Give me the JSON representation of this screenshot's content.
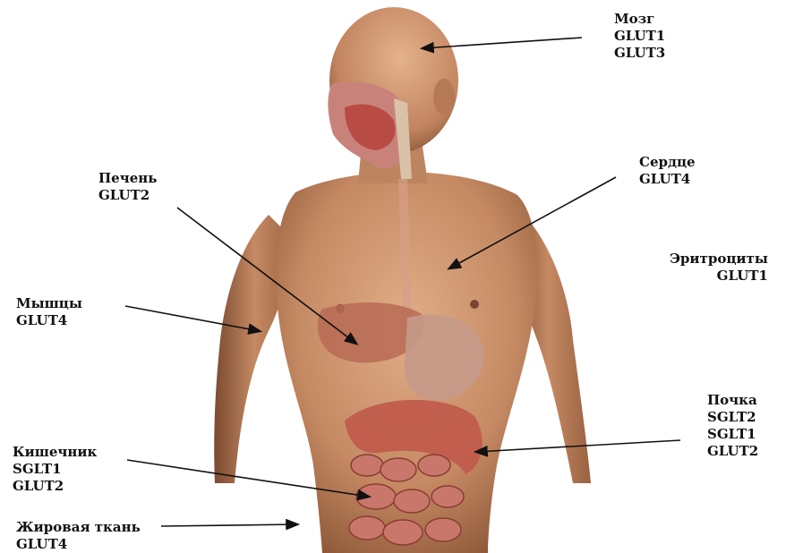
{
  "labels": {
    "brain": {
      "name": "Мозг",
      "items": [
        "GLUT1",
        "GLUT3"
      ]
    },
    "liver": {
      "name": "Печень",
      "items": [
        "GLUT2"
      ]
    },
    "heart": {
      "name": "Сердце",
      "items": [
        "GLUT4"
      ]
    },
    "erythrocytes": {
      "name": "Эритроциты",
      "items": [
        "GLUT1"
      ]
    },
    "muscles": {
      "name": "Мышцы",
      "items": [
        "GLUT4"
      ]
    },
    "kidney": {
      "name": "Почка",
      "items": [
        "SGLT2",
        "SGLT1",
        "GLUT2"
      ]
    },
    "intestine": {
      "name": "Кишечник",
      "items": [
        "SGLT1",
        "GLUT2"
      ]
    },
    "adipose": {
      "name": "Жировая ткань",
      "items": [
        "GLUT4"
      ]
    }
  },
  "colors": {
    "skin": "#c9906b",
    "skin_shadow": "#8c5a3c",
    "organ_red": "#b5433c",
    "background": "#ffffff",
    "text": "#111111"
  }
}
